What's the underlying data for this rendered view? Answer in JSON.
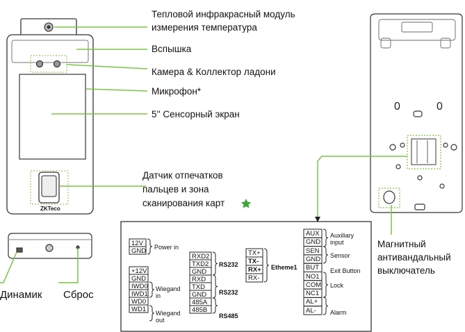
{
  "callouts": {
    "thermal": [
      "Тепловой инфракрасный модуль",
      "измерения температура"
    ],
    "flash": "Вспышка",
    "camera": "Камера & Коллектор ладони",
    "mic": "Микрофон*",
    "screen": "5'' Сенсорный экран",
    "fingerprint": [
      "Датчик отпечатков",
      "пальцев и зона",
      "сканирования карт"
    ],
    "speaker": "Динамик",
    "reset": "Сброс",
    "tamper": [
      "Магнитный",
      "антивандальный",
      "выключатель"
    ]
  },
  "device_logo": "ZKTeco",
  "back_digits": [
    "0",
    "0"
  ],
  "wiring": {
    "power": {
      "pins": [
        "12V",
        "GND"
      ],
      "label": "Power in"
    },
    "wiegand": {
      "pins": [
        "+12V",
        "GND",
        "IWD0",
        "IWD1",
        "WD0",
        "WD1"
      ],
      "in_label": [
        "Wiegand",
        "in"
      ],
      "out_label": [
        "Wiegand",
        "out"
      ]
    },
    "rs_block": {
      "pins": [
        "RXD2",
        "TXD2",
        "GND",
        "RXD",
        "TXD",
        "GND",
        "485A",
        "485B"
      ],
      "labels": [
        "RS232",
        "RS232",
        "RS485"
      ]
    },
    "ethernet": {
      "pins": [
        "TX+",
        "TX-",
        "RX+",
        "RX-"
      ],
      "label": "Etheme1"
    },
    "right": {
      "pins": [
        "AUX",
        "GND",
        "SEN",
        "GND",
        "BUT",
        "NO1",
        "COM",
        "NC1",
        "AL+",
        "AL-"
      ],
      "labels": [
        [
          "Auxiliary",
          "input"
        ],
        [
          "Sensor"
        ],
        [
          "Exit Button"
        ],
        [
          "Lock"
        ],
        [
          "Alarm"
        ]
      ]
    }
  },
  "colors": {
    "accent": "#7cc243",
    "star": "#3aa535",
    "line": "#222222"
  }
}
